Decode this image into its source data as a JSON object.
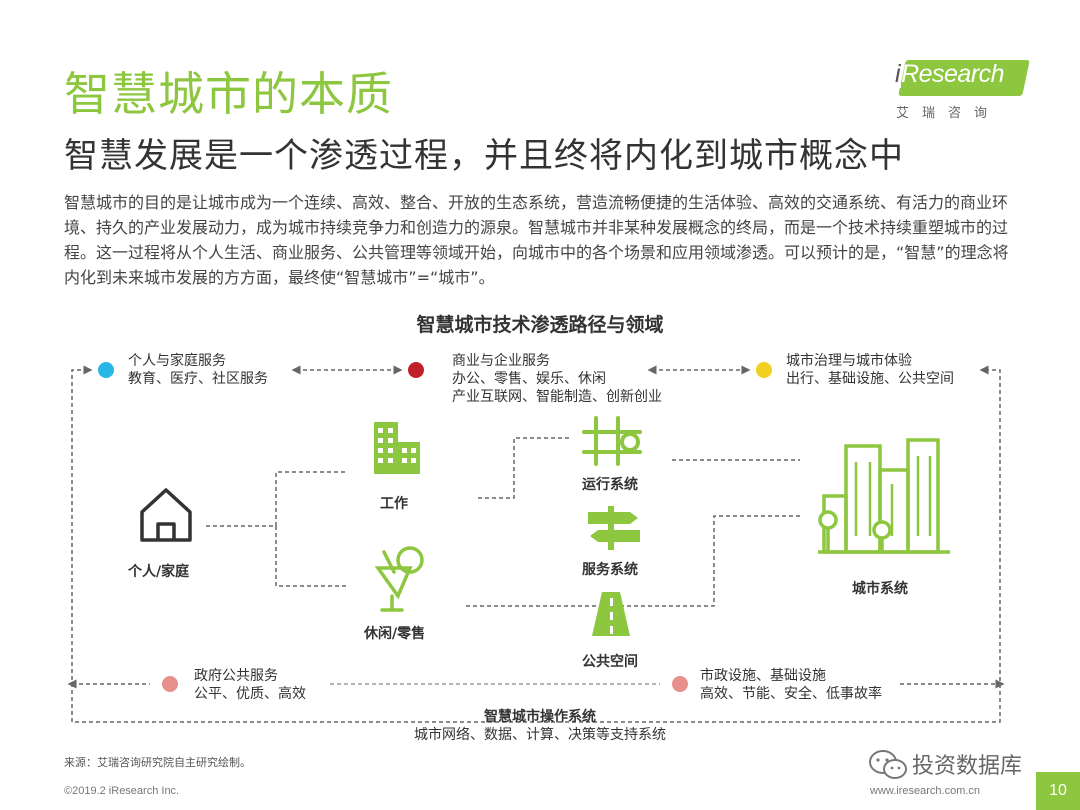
{
  "header": {
    "title": "智慧城市的本质",
    "subtitle": "智慧发展是一个渗透过程，并且终将内化到城市概念中",
    "paragraph": "智慧城市的目的是让城市成为一个连续、高效、整合、开放的生态系统，营造流畅便捷的生活体验、高效的交通系统、有活力的商业环境、持久的产业发展动力，成为城市持续竞争力和创造力的源泉。智慧城市并非某种发展概念的终局，而是一个技术持续重塑城市的过程。这一过程将从个人生活、商业服务、公共管理等领域开始，向城市中的各个场景和应用领域渗透。可以预计的是，“智慧”的理念将内化到未来城市发展的方方面，最终使“智慧城市”=“城市”。"
  },
  "logo": {
    "brand_i": "i",
    "brand_rest": "Research",
    "sub": "艾瑞咨询"
  },
  "diagram": {
    "title": "智慧城市技术渗透路径与领域",
    "domains_top": [
      {
        "line1": "个人与家庭服务",
        "line2": "教育、医疗、社区服务",
        "line3": "",
        "color": "#29b6e6"
      },
      {
        "line1": "商业与企业服务",
        "line2": "办公、零售、娱乐、休闲",
        "line3": "产业互联网、智能制造、创新创业",
        "color": "#c0202a"
      },
      {
        "line1": "城市治理与城市体验",
        "line2": "出行、基础设施、公共空间",
        "line3": "",
        "color": "#f2d021"
      }
    ],
    "domains_bottom": [
      {
        "line1": "政府公共服务",
        "line2": "公平、优质、高效",
        "color": "#e8908e"
      },
      {
        "line1": "市政设施、基础设施",
        "line2": "高效、节能、安全、低事故率",
        "color": "#e8908e"
      }
    ],
    "nodes": {
      "home": "个人/家庭",
      "work": "工作",
      "leisure": "休闲/零售",
      "ops": "运行系统",
      "service": "服务系统",
      "public": "公共空间",
      "city": "城市系统"
    },
    "os": {
      "title": "智慧城市操作系统",
      "subtitle": "城市网络、数据、计算、决策等支持系统"
    },
    "accent": "#8dc63f"
  },
  "footer": {
    "source": "来源：艾瑞咨询研究院自主研究绘制。",
    "copyright": "©2019.2 iResearch Inc.",
    "url": "www.iresearch.com.cn",
    "page": "10",
    "watermark": "投资数据库"
  }
}
